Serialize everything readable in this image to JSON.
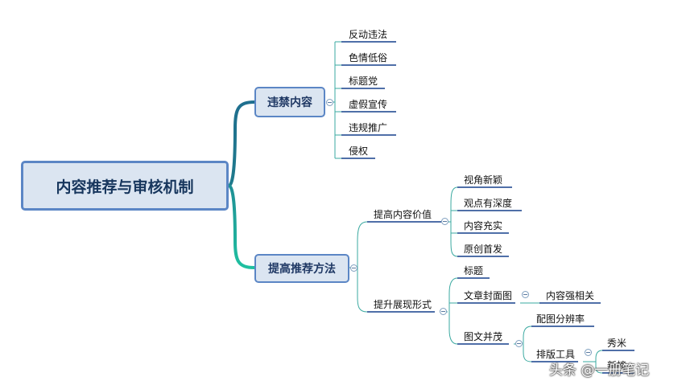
{
  "root": "内容推荐与审核机制",
  "branches": {
    "prohibited": {
      "label": "违禁内容",
      "items": [
        "反动违法",
        "色情低俗",
        "标题党",
        "虚假宣传",
        "违规推广",
        "侵权"
      ]
    },
    "methods": {
      "label": "提高推荐方法",
      "value": {
        "label": "提高内容价值",
        "items": [
          "视角新颖",
          "观点有深度",
          "内容充实",
          "原创首发"
        ]
      },
      "presentation": {
        "label": "提升展现形式",
        "title": "标题",
        "cover": {
          "label": "文章封面图",
          "child": "内容强相关"
        },
        "illustrated": {
          "label": "图文并茂",
          "resolution": "配图分辨率",
          "tools": {
            "label": "排版工具",
            "items": [
              "秀米",
              "新榜"
            ]
          }
        }
      }
    }
  },
  "watermark": "头条 @一册笔记",
  "colors": {
    "node_fill": "#dbe5f1",
    "node_border": "#5b86c5",
    "branch_top": "#1f7a8c",
    "branch_bottom": "#1fb5a0",
    "underline": "#4f6fa8",
    "sub_connector": "#3aa9a0"
  }
}
